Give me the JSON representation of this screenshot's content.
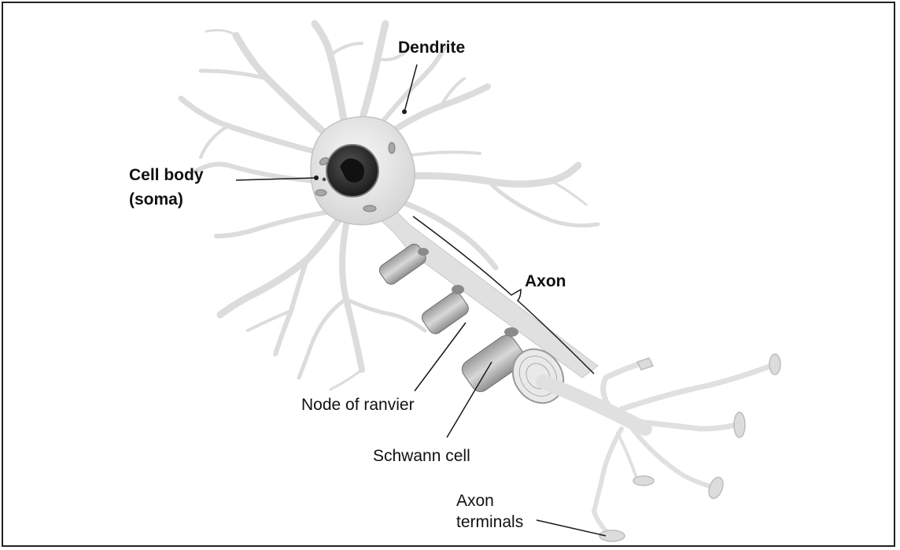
{
  "labels": {
    "dendrite": "Dendrite",
    "cell_body_line1": "Cell body",
    "cell_body_line2": "(soma)",
    "axon": "Axon",
    "node_of_ranvier": "Node of ranvier",
    "schwann_cell": "Schwann cell",
    "axon_terminals_line1": "Axon",
    "axon_terminals_line2": "terminals"
  },
  "colors": {
    "neuron_fill": "#e3e3e3",
    "neuron_stroke": "#bdbdbd",
    "nucleus": "#2b2b2b",
    "myelin": "#bfbfbf",
    "myelin_dark": "#8c8c8c",
    "leader_line": "#1a1a1a",
    "frame": "#222222"
  }
}
